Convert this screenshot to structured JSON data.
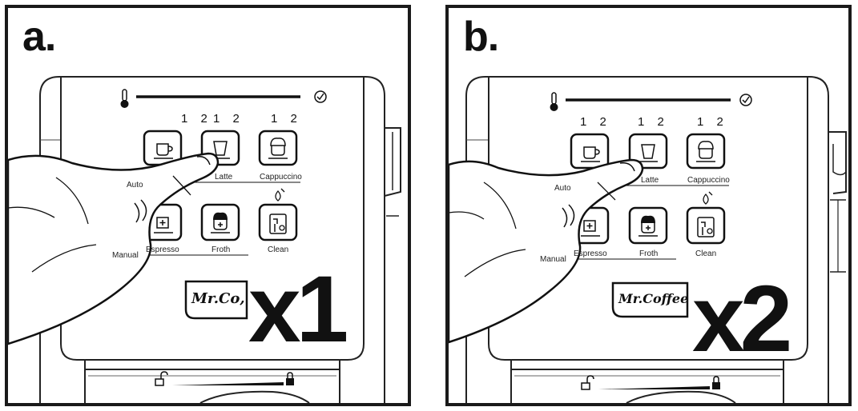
{
  "panels": [
    {
      "letter": "a.",
      "multiplier": "x1",
      "logo": "Mr.Co,",
      "cup_numbers": [
        "1 2",
        "1 2",
        "1 2"
      ],
      "labels": {
        "auto": "Auto",
        "latte": "Latte",
        "cappuccino": "Cappuccino",
        "manual": "Manual",
        "espresso": "Espresso",
        "froth": "Froth",
        "clean": "Clean"
      }
    },
    {
      "letter": "b.",
      "multiplier": "x2",
      "logo": "Mr.Coffee",
      "cup_numbers": [
        "1 2",
        "1 2",
        "1 2"
      ],
      "labels": {
        "auto": "Auto",
        "latte": "Latte",
        "cappuccino": "Cappuccino",
        "manual": "Manual",
        "espresso": "Espresso",
        "froth": "Froth",
        "clean": "Clean"
      }
    }
  ],
  "icons": {
    "temperature": "thermometer-icon",
    "ready": "checkmark-circle-icon",
    "espresso_cup": "cup-icon",
    "latte_glass": "latte-glass-icon",
    "cappuccino_cup": "cappuccino-cup-icon",
    "espresso_shot": "espresso-plus-icon",
    "froth_cup": "froth-cup-icon",
    "clean": "clean-icon",
    "descale": "descale-icon",
    "unlock": "unlock-icon",
    "lock": "lock-icon",
    "hand": "pressing-hand"
  }
}
